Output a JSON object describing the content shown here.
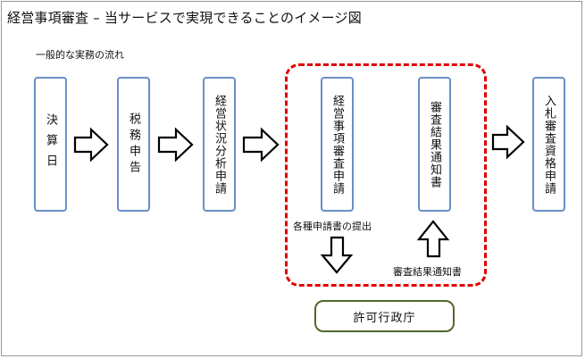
{
  "title": "経営事項審査 – 当サービスで実現できることのイメージ図",
  "subtitle": "一般的な実務の流れ",
  "steps": [
    {
      "label": "決算日"
    },
    {
      "label": "税務申告"
    },
    {
      "label": "経営状況分析申請"
    },
    {
      "label": "経営事項審査申請"
    },
    {
      "label": "審査結果通知書"
    },
    {
      "label": "入札審査資格申請"
    }
  ],
  "flows": {
    "submit_label": "各種申請書の提出",
    "notice_label": "審査結果通知書"
  },
  "authority": {
    "label": "許可行政庁"
  },
  "colors": {
    "box_border": "#6b8fc7",
    "dashed_group": "#e00000",
    "authority_border": "#4f6a2a"
  }
}
